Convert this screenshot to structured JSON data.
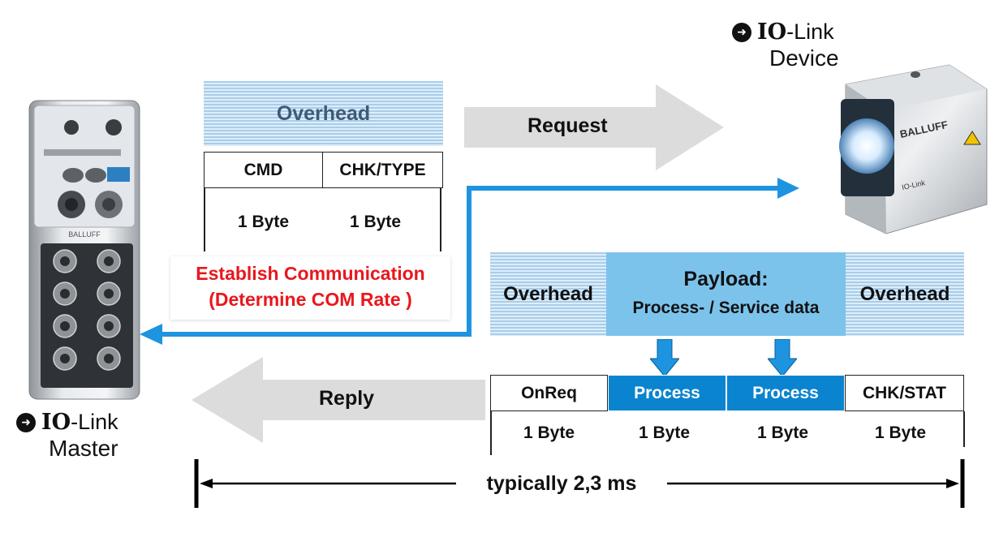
{
  "master": {
    "logo_io": "IO",
    "logo_link": "-Link",
    "role": "Master",
    "brand": "BALLUFF"
  },
  "device": {
    "logo_io": "IO",
    "logo_link": "-Link",
    "role": "Device",
    "brand": "BALLUFF",
    "side_label": "IO-Link"
  },
  "request_frame": {
    "overhead": "Overhead",
    "cells": [
      "CMD",
      "CHK/TYPE"
    ],
    "bytes": [
      "1 Byte",
      "1 Byte"
    ]
  },
  "establish": {
    "line1": "Establish Communication",
    "line2": "(Determine COM Rate )"
  },
  "arrows": {
    "request": "Request",
    "reply": "Reply"
  },
  "reply_frame": {
    "overhead_left": "Overhead",
    "payload_title": "Payload:",
    "payload_sub": "Process- / Service data",
    "overhead_right": "Overhead",
    "cells": [
      "OnReq",
      "Process",
      "Process",
      "CHK/STAT"
    ],
    "bytes": [
      "1 Byte",
      "1 Byte",
      "1 Byte",
      "1 Byte"
    ]
  },
  "timing": {
    "label": "typically 2,3 ms"
  },
  "colors": {
    "accent_blue": "#0b84cf",
    "payload_blue": "#7cc3ec",
    "stripe_blue": "#a9cdea",
    "establish_red": "#e8171d",
    "arrow_grey": "#dcdcdc"
  }
}
